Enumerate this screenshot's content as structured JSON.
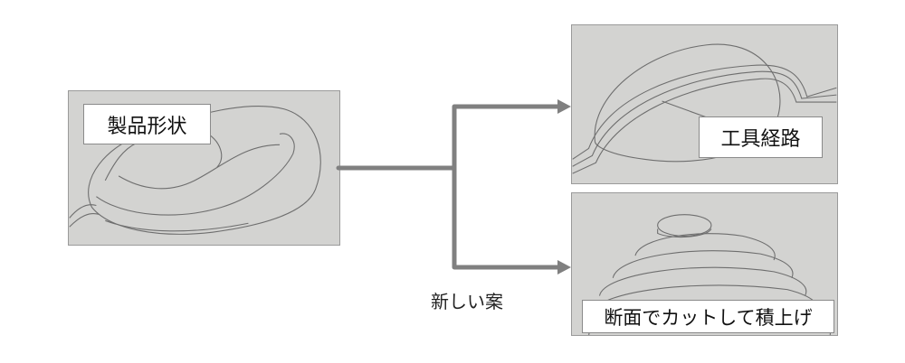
{
  "product_shape": {
    "label": "製品形状"
  },
  "tool_path": {
    "label": "工具経路"
  },
  "layered": {
    "label": "断面でカットして積上げ"
  },
  "new_idea": {
    "label": "新しい案"
  },
  "colors": {
    "connector": "#808080",
    "photo_bg": "#d3d3d1",
    "sketch": "#6e6e6e"
  }
}
